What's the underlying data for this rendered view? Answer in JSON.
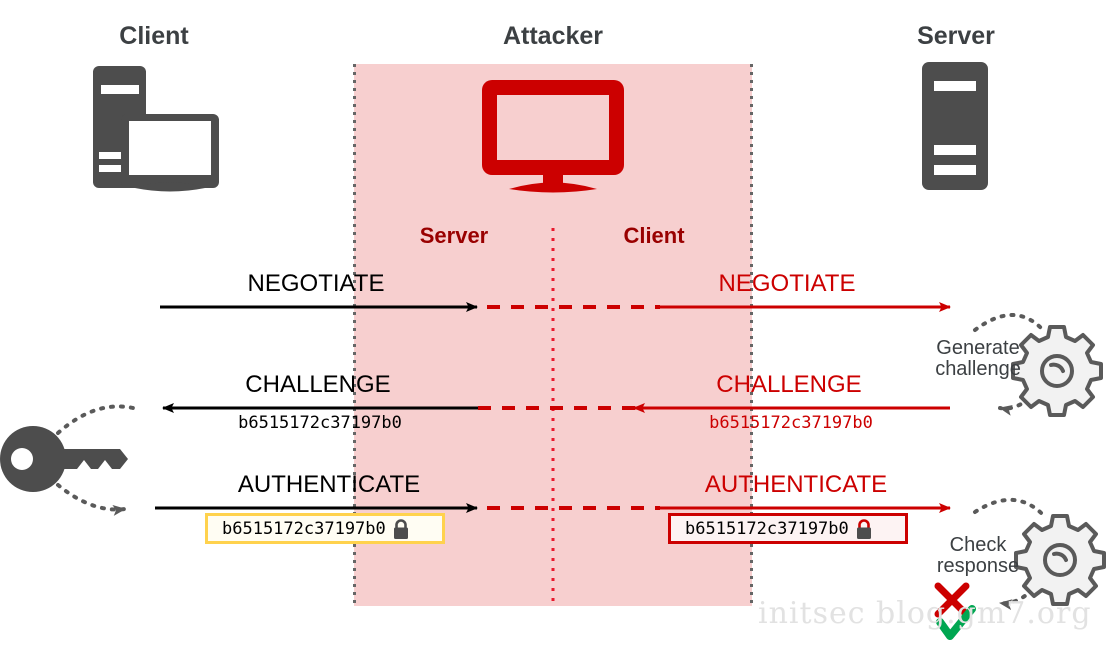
{
  "diagram": {
    "title_client": "Client",
    "title_attacker": "Attacker",
    "title_server": "Server",
    "attacker_role_left": "Server",
    "attacker_role_right": "Client",
    "watermark": "initsec blog.gm7.org",
    "colors": {
      "attacker_band_fill": "#f7cfcf",
      "red": "#cc0000",
      "dark_red": "#990000",
      "device_gray": "#4d4d4d",
      "gear_gray": "#5a5a5a",
      "box_yellow": "#ffd24d",
      "check_green": "#00a651",
      "cross_red": "#cc0000",
      "watermark_gray": "#e2e2e2",
      "text_dark": "#3c4043"
    }
  },
  "messages": [
    {
      "name": "negotiate",
      "left_label": "NEGOTIATE",
      "right_label": "NEGOTIATE",
      "left_hex": "",
      "right_hex": "",
      "direction": "client-to-server"
    },
    {
      "name": "challenge",
      "left_label": "CHALLENGE",
      "right_label": "CHALLENGE",
      "left_hex": "b6515172c37197b0",
      "right_hex": "b6515172c37197b0",
      "direction": "server-to-client"
    },
    {
      "name": "authenticate",
      "left_label": "AUTHENTICATE",
      "right_label": "AUTHENTICATE",
      "left_hex": "b6515172c37197b0",
      "right_hex": "b6515172c37197b0",
      "direction": "client-to-server"
    }
  ],
  "annotations": {
    "generate_challenge_line1": "Generate",
    "generate_challenge_line2": "challenge",
    "check_response_line1": "Check",
    "check_response_line2": "response"
  },
  "icons": {
    "client": "desktop-computer-icon",
    "attacker": "monitor-icon",
    "server": "server-tower-icon",
    "key": "key-icon",
    "gear_top": "gear-icon",
    "gear_bottom": "gear-icon",
    "lock_left": "lock-icon",
    "lock_right": "lock-icon",
    "cross": "cross-mark-icon",
    "check": "check-mark-icon"
  }
}
